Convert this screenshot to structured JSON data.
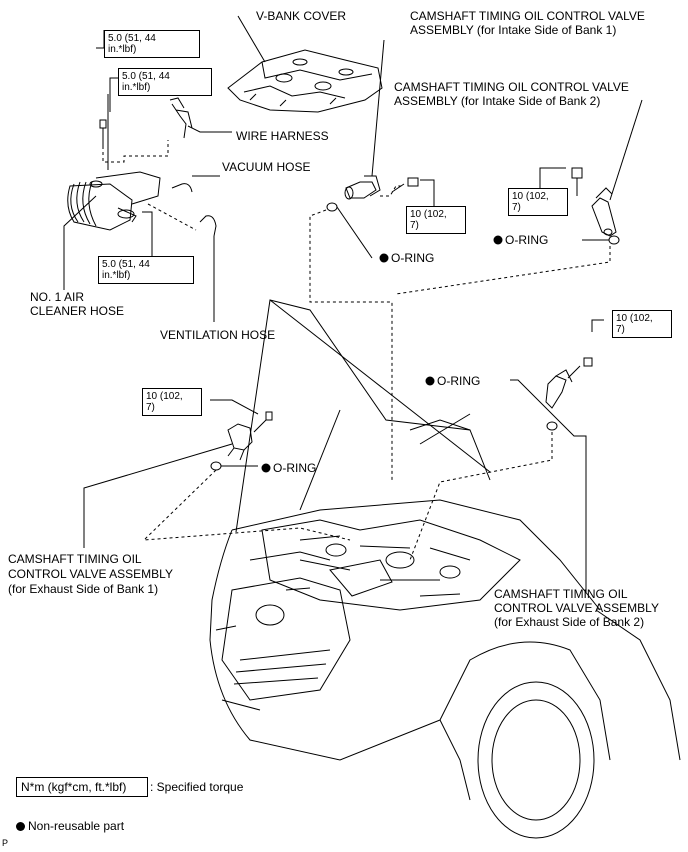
{
  "labels": {
    "v_bank_cover": "V-BANK COVER",
    "ocv_intake_b1_l1": "CAMSHAFT TIMING OIL CONTROL VALVE",
    "ocv_intake_b1_l2": "ASSEMBLY (for Intake Side of Bank 1)",
    "ocv_intake_b2_l1": "CAMSHAFT TIMING OIL CONTROL VALVE",
    "ocv_intake_b2_l2": "ASSEMBLY (for Intake Side of Bank 2)",
    "wire_harness": "WIRE HARNESS",
    "vacuum_hose": "VACUUM HOSE",
    "air_hose_l1": "NO. 1 AIR",
    "air_hose_l2": "CLEANER HOSE",
    "ventilation_hose": "VENTILATION HOSE",
    "ocv_exh_b1_l1": "CAMSHAFT TIMING OIL",
    "ocv_exh_b1_l2": "CONTROL VALVE ASSEMBLY",
    "ocv_exh_b1_l3": "(for Exhaust Side of Bank 1)",
    "ocv_exh_b2_l1": "CAMSHAFT TIMING OIL",
    "ocv_exh_b2_l2": "CONTROL VALVE ASSEMBLY",
    "ocv_exh_b2_l3": "(for Exhaust Side of Bank 2)",
    "o_ring": "O-RING"
  },
  "torques": {
    "t1": "5.0 (51, 44\nin.*lbf)",
    "t2": "5.0 (51, 44\nin.*lbf)",
    "t3": "5.0 (51, 44\nin.*lbf)",
    "t4": "10 (102,\n7)",
    "t5": "10 (102,\n7)",
    "t6": "10 (102,\n7)",
    "t7": "10 (102,\n7)"
  },
  "legend": {
    "torque_box": "N*m (kgf*cm, ft.*lbf)",
    "torque_text": ": Specified torque",
    "nonreusable_text": "Non-reusable part"
  },
  "footer": {
    "code": "P"
  }
}
